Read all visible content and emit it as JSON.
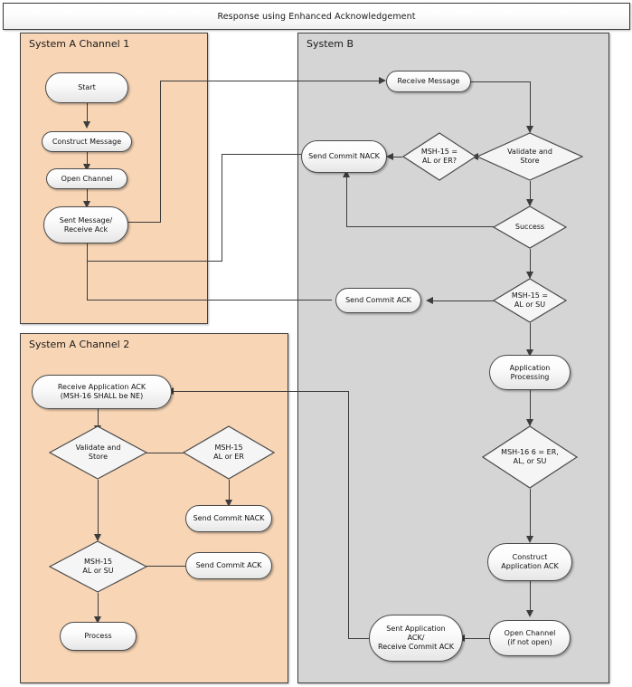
{
  "title": "Response using Enhanced Acknowledgement",
  "lanes": [
    {
      "id": "a1",
      "label": "System A Channel 1"
    },
    {
      "id": "a2",
      "label": "System A Channel 2"
    },
    {
      "id": "b",
      "label": "System B"
    }
  ],
  "colors": {
    "lane_system_a": "#f7d5b5",
    "lane_system_b": "#d5d5d5",
    "node_fill": "#f2f2f2",
    "node_border": "#4a4a4a",
    "connector": "#3c3c3c",
    "titlebar": "#f4f4f4"
  },
  "nodes": {
    "a1": [
      {
        "key": "start",
        "shape": "process",
        "label": "Start"
      },
      {
        "key": "construct_msg",
        "shape": "process",
        "label": "Construct Message"
      },
      {
        "key": "open_channel",
        "shape": "process",
        "label": "Open Channel"
      },
      {
        "key": "sent_msg_recv",
        "shape": "process",
        "label": "Sent Message/\nReceive Ack"
      }
    ],
    "b": [
      {
        "key": "receive_message",
        "shape": "process",
        "label": "Receive Message"
      },
      {
        "key": "validate_and_store",
        "shape": "decision",
        "label": "Validate and\nStore"
      },
      {
        "key": "msh15_al_or_er",
        "shape": "decision",
        "label": "MSH-15 =\nAL or ER?"
      },
      {
        "key": "send_commit_nack",
        "shape": "process",
        "label": "Send Commit NACK"
      },
      {
        "key": "success",
        "shape": "decision",
        "label": "Success"
      },
      {
        "key": "msh15_al_or_su",
        "shape": "decision",
        "label": "MSH-15 =\nAL or SU"
      },
      {
        "key": "send_commit_ack",
        "shape": "process",
        "label": "Send Commit ACK"
      },
      {
        "key": "application_proc",
        "shape": "process",
        "label": "Application\nProcessing"
      },
      {
        "key": "msh16_er_al_su",
        "shape": "decision",
        "label": "MSH-16 6 = ER,\nAL, or SU"
      },
      {
        "key": "construct_app_ack",
        "shape": "process",
        "label": "Construct\nApplication ACK"
      },
      {
        "key": "open_channel_b",
        "shape": "process",
        "label": "Open Channel\n(if not open)"
      },
      {
        "key": "sent_app_ack",
        "shape": "process",
        "label": "Sent Application\nACK/\nReceive Commit ACK"
      }
    ],
    "a2": [
      {
        "key": "receive_app_ack",
        "shape": "process",
        "label": "Receive Application ACK\n(MSH-16 SHALL be NE)"
      },
      {
        "key": "validate_store_2",
        "shape": "decision",
        "label": "Validate and\nStore"
      },
      {
        "key": "msh15_al_er_2",
        "shape": "decision",
        "label": "MSH-15\nAL or ER"
      },
      {
        "key": "send_commit_nack_2",
        "shape": "process",
        "label": "Send Commit NACK"
      },
      {
        "key": "msh15_al_su_2",
        "shape": "decision",
        "label": "MSH-15\nAL or SU"
      },
      {
        "key": "send_commit_ack_2",
        "shape": "process",
        "label": "Send Commit ACK"
      },
      {
        "key": "process",
        "shape": "process",
        "label": "Process"
      }
    ]
  }
}
